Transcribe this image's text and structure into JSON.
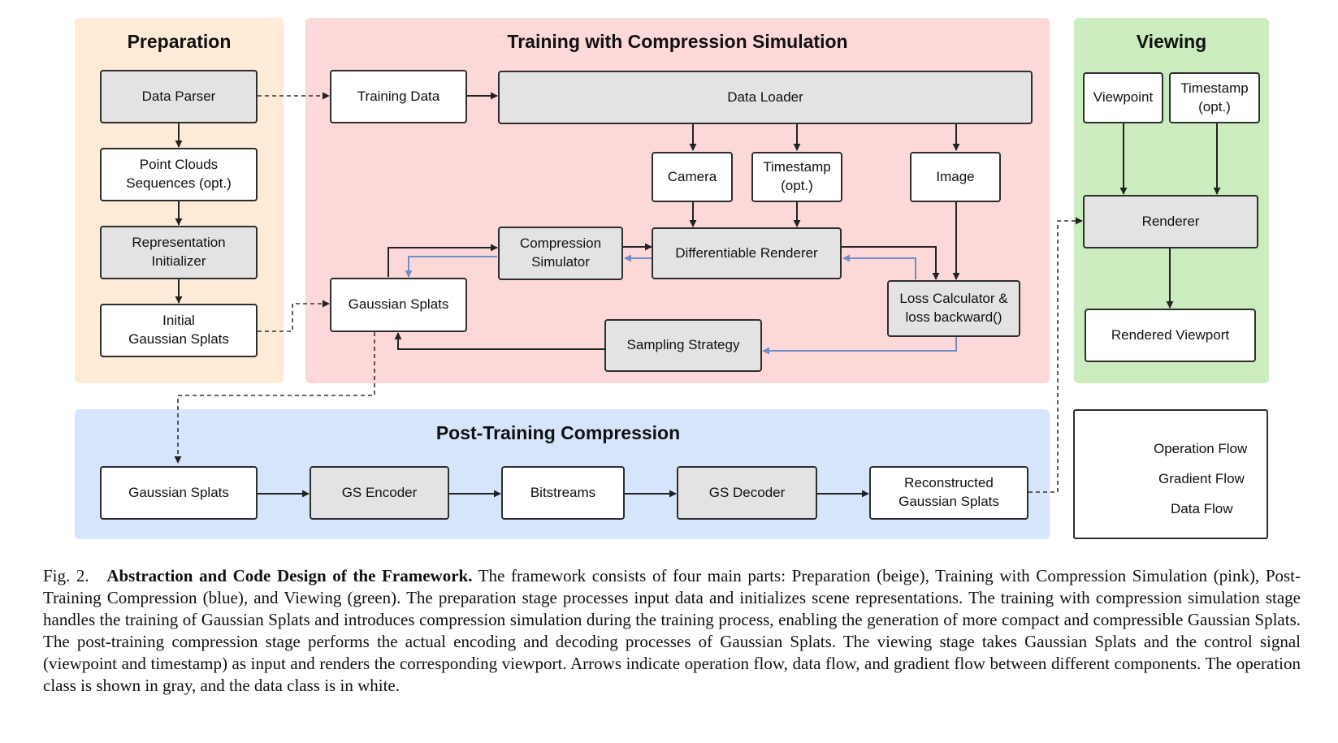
{
  "panels": {
    "preparation": {
      "title": "Preparation",
      "color": "#fdebd8"
    },
    "training": {
      "title": "Training with Compression Simulation",
      "color": "#fdd8d9"
    },
    "viewing": {
      "title": "Viewing",
      "color": "#cbecbf"
    },
    "post": {
      "title": "Post-Training Compression",
      "color": "#d6e5fb"
    }
  },
  "nodes": {
    "data_parser": "Data Parser",
    "point_clouds": "Point Clouds\nSequences (opt.)",
    "rep_init": "Representation\nInitializer",
    "initial_gs": "Initial\nGaussian Splats",
    "training_data": "Training Data",
    "data_loader": "Data Loader",
    "camera": "Camera",
    "timestamp_train": "Timestamp\n(opt.)",
    "image": "Image",
    "comp_sim": "Compression\nSimulator",
    "diff_renderer": "Differentiable Renderer",
    "gs_train": "Gaussian Splats",
    "loss": "Loss Calculator &\nloss backward()",
    "sampling": "Sampling Strategy",
    "viewpoint": "Viewpoint",
    "timestamp_view": "Timestamp\n(opt.)",
    "renderer": "Renderer",
    "rendered_viewport": "Rendered Viewport",
    "gs_post": "Gaussian Splats",
    "gs_encoder": "GS Encoder",
    "bitstreams": "Bitstreams",
    "gs_decoder": "GS Decoder",
    "reconstructed": "Reconstructed\nGaussian Splats"
  },
  "legend": {
    "operation": "Operation Flow",
    "gradient": "Gradient Flow",
    "data": "Data Flow"
  },
  "colors": {
    "operation_node": "#e3e3e3",
    "data_node": "#ffffff",
    "operation_flow": "#222222",
    "gradient_flow": "#6f8fc4",
    "data_flow": "#333333"
  },
  "caption": {
    "fig_label": "Fig. 2.",
    "title": "Abstraction and Code Design of the Framework.",
    "text": "The framework consists of four main parts: Preparation (beige), Training with Compression Simulation (pink), Post-Training Compression (blue), and Viewing (green). The preparation stage processes input data and initializes scene representations. The training with compression simulation stage handles the training of Gaussian Splats and introduces compression simulation during the training process, enabling the generation of more compact and compressible Gaussian Splats. The post-training compression stage performs the actual encoding and decoding processes of Gaussian Splats. The viewing stage takes Gaussian Splats and the control signal (viewpoint and timestamp) as input and renders the corresponding viewport. Arrows indicate operation flow, data flow, and gradient flow between different components. The operation class is shown in gray, and the data class is in white."
  }
}
